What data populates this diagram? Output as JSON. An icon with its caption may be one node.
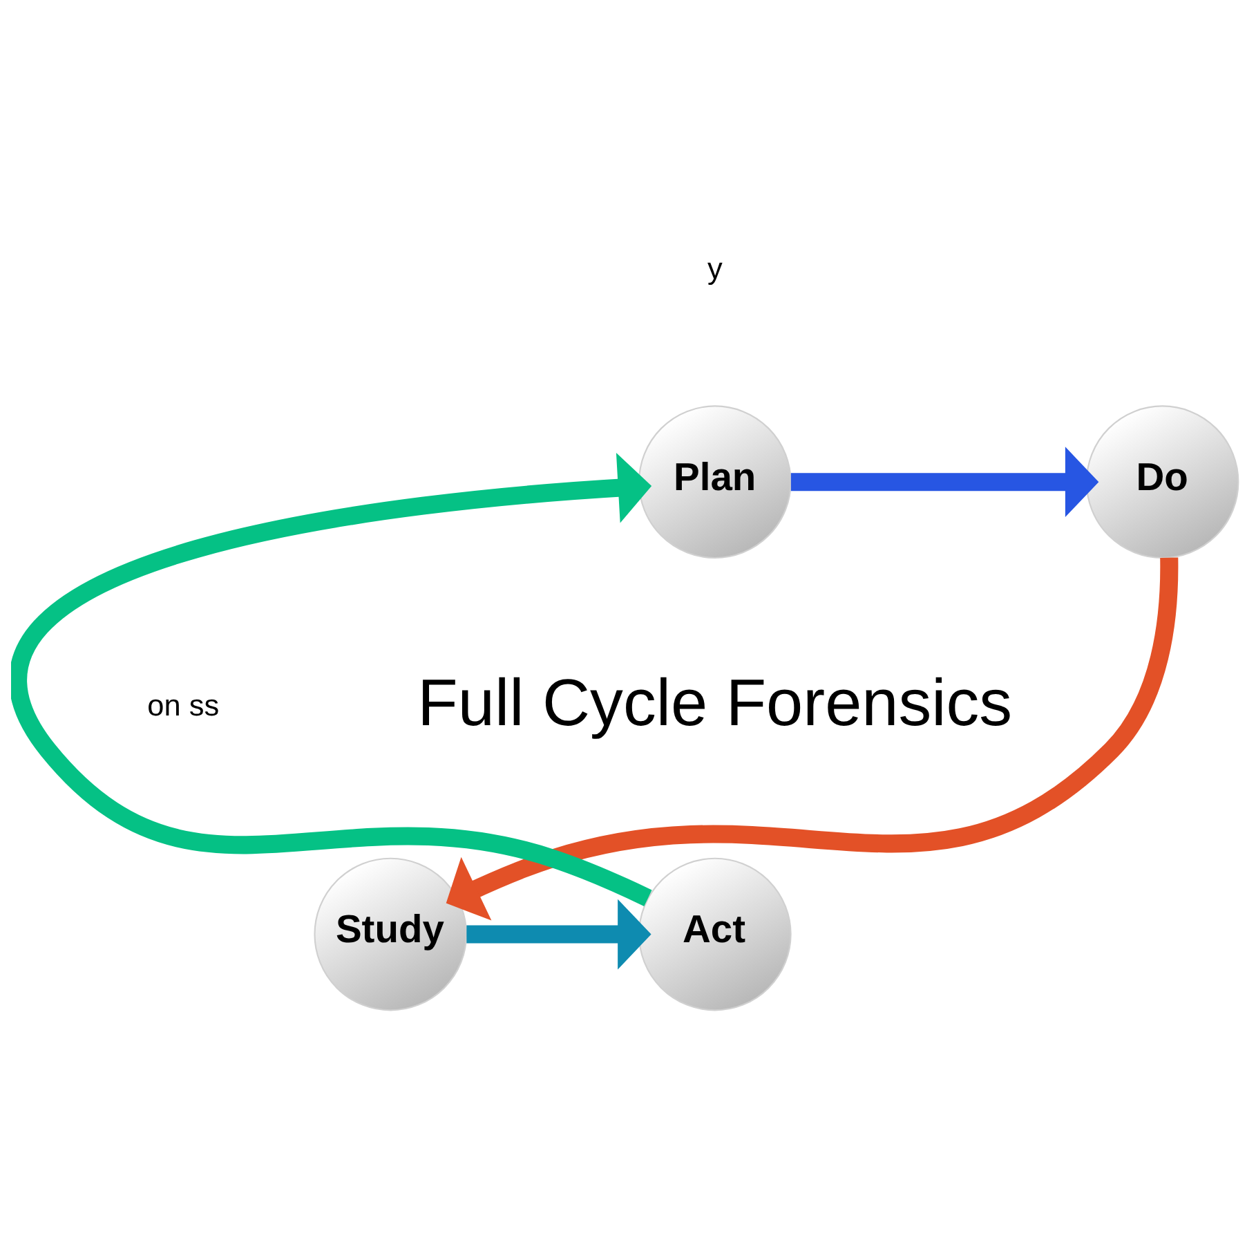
{
  "diagram": {
    "nodes": [
      {
        "text": [
          "Plan"
        ]
      },
      {
        "text": [
          "Do"
        ]
      },
      {
        "text": [
          "Study"
        ]
      },
      {
        "text": [
          "Act"
        ]
      }
    ],
    "edges": [
      {
        "from": 0,
        "to": 1,
        "arrow": "to",
        "color": "#2756e3"
      },
      {
        "from": 1,
        "to": 2,
        "arrow": "to",
        "color": "#e35127"
      },
      {
        "from": 2,
        "to": 3,
        "arrow": "to",
        "color": "#0e8bb0"
      },
      {
        "from": 3,
        "to": 0,
        "arrow": "to",
        "color": "#05c185"
      }
    ],
    "labels": [
      "y",
      "on ss",
      "Full Cycle Forensics"
    ]
  }
}
